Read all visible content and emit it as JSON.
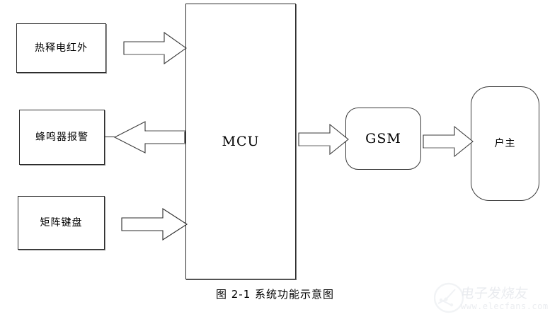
{
  "figure": {
    "caption": "图  2-1 系统功能示意图",
    "nodes": {
      "pir_sensor": "热释电红外",
      "buzzer_alarm": "蜂鸣器报警",
      "matrix_keypad": "矩阵键盘",
      "mcu": "MCU",
      "gsm": "GSM",
      "homeowner": "户主"
    },
    "colors": {
      "stroke": "#2b2b2b",
      "arrow_stroke": "#3a3a3a",
      "background": "#ffffff",
      "shadow": "#8a8a8a",
      "watermark_text": "#cfd4dc"
    },
    "arrows": [
      {
        "name": "pir-to-mcu",
        "direction": "right"
      },
      {
        "name": "mcu-to-buzzer",
        "direction": "left"
      },
      {
        "name": "keypad-to-mcu",
        "direction": "right"
      },
      {
        "name": "mcu-to-gsm",
        "direction": "right"
      },
      {
        "name": "gsm-to-homeowner",
        "direction": "right"
      }
    ]
  },
  "watermark": {
    "brand": "电子发烧友",
    "url": "www.elecfans.com",
    "logo_icon": "circuit-circle-icon"
  }
}
